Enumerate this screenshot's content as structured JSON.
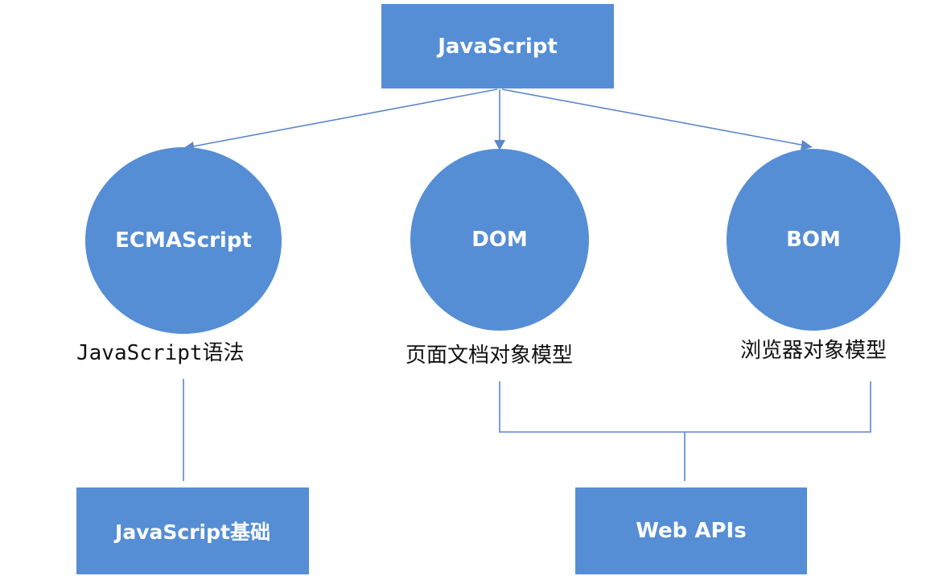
{
  "nodes": {
    "root": {
      "label": "JavaScript"
    },
    "ecmascript": {
      "label": "ECMAScript",
      "caption": "JavaScript语法"
    },
    "dom": {
      "label": "DOM",
      "caption": "页面文档对象模型"
    },
    "bom": {
      "label": "BOM",
      "caption": "浏览器对象模型"
    },
    "js_basics": {
      "label": "JavaScript基础"
    },
    "web_apis": {
      "label": "Web APIs"
    }
  },
  "edges": [
    {
      "from": "root",
      "to": "ecmascript",
      "style": "arrow"
    },
    {
      "from": "root",
      "to": "dom",
      "style": "arrow"
    },
    {
      "from": "root",
      "to": "bom",
      "style": "arrow"
    },
    {
      "from": "ecmascript",
      "to": "js_basics",
      "style": "line"
    },
    {
      "from": "dom",
      "to": "web_apis",
      "style": "bracket"
    },
    {
      "from": "bom",
      "to": "web_apis",
      "style": "bracket"
    }
  ],
  "colors": {
    "node_fill": "#558ed5",
    "edge": "#5b87c9",
    "node_text": "#ffffff",
    "caption_text": "#111111"
  }
}
